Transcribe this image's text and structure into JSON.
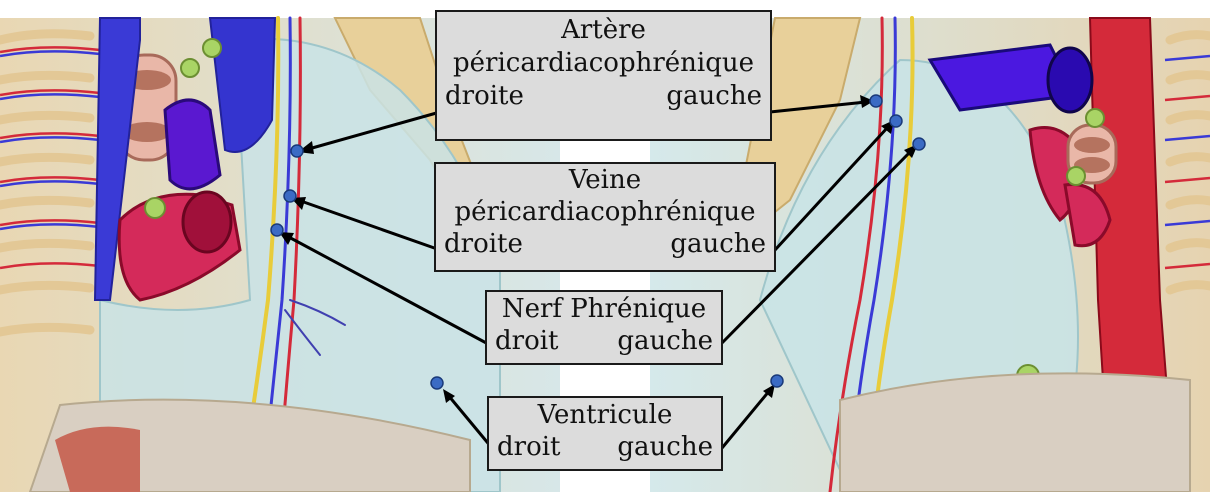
{
  "labels": {
    "artere": {
      "l1": "Artère",
      "l2": "péricardiacophrénique",
      "left": "droite",
      "right": "gauche"
    },
    "veine": {
      "l1": "Veine",
      "l2": "péricardiacophrénique",
      "left": "droite",
      "right": "gauche"
    },
    "nerf": {
      "l1": "Nerf Phrénique",
      "left": "droit",
      "right": "gauche"
    },
    "ventricule": {
      "l1": "Ventricule",
      "left": "droit",
      "right": "gauche"
    }
  },
  "colors": {
    "artery": "#d42a3a",
    "vein": "#3a3ad6",
    "nerve": "#e8cc3a",
    "pericardium": "#c9e3e6",
    "marker": "#3b6bc4",
    "box": "#dcdcdc"
  },
  "icons": {
    "left-panel": "thoracic-anatomy-illustration-right-side",
    "right-panel": "thoracic-anatomy-illustration-left-side",
    "marker": "blue-dot-marker"
  }
}
